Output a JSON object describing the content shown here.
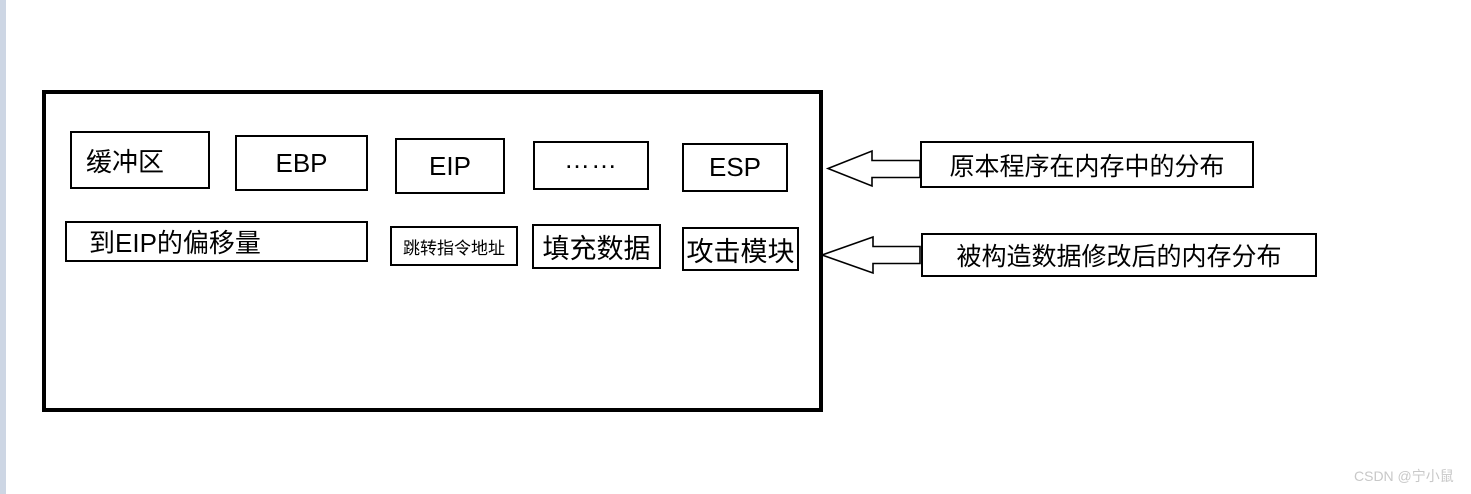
{
  "colors": {
    "line": "#000000",
    "background": "#ffffff",
    "left-strip": "#cdd6e4",
    "watermark": "#c8c8c8"
  },
  "memory_diagram": {
    "original_row": [
      {
        "label": "缓冲区"
      },
      {
        "label": "EBP"
      },
      {
        "label": "EIP"
      },
      {
        "label": "……"
      },
      {
        "label": "ESP"
      }
    ],
    "crafted_row": [
      {
        "label": "到EIP的偏移量"
      },
      {
        "label": "跳转指令地址"
      },
      {
        "label": "填充数据"
      },
      {
        "label": "攻击模块"
      }
    ],
    "annotations": [
      {
        "label": "原本程序在内存中的分布"
      },
      {
        "label": "被构造数据修改后的内存分布"
      }
    ]
  },
  "watermark": {
    "text": "CSDN @宁小鼠"
  }
}
